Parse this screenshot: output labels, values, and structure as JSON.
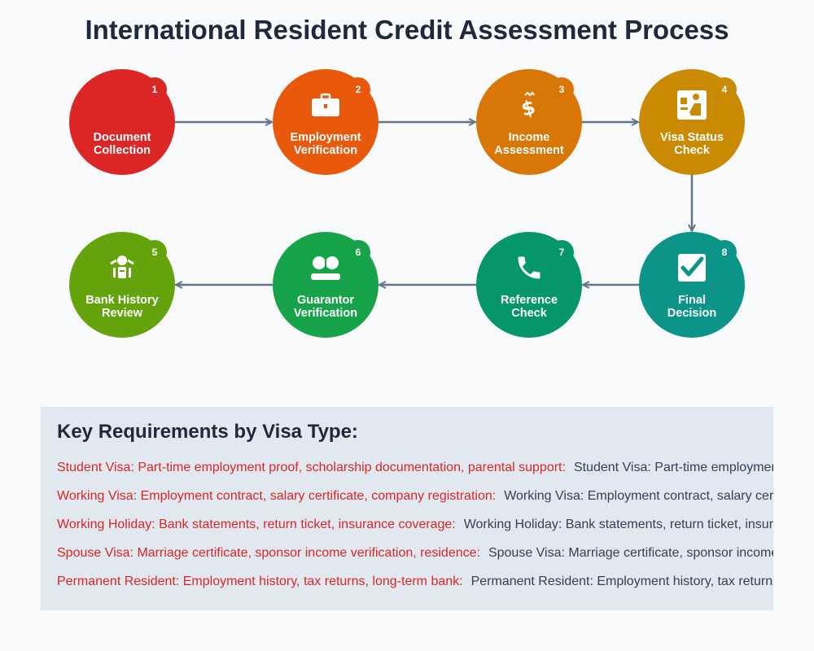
{
  "title": "International Resident Credit Assessment Process",
  "colors": {
    "arrow": "#64748b",
    "requirement_key": "#dc2626",
    "requirement_value": "#334155",
    "panel_background": "#e2e8f0"
  },
  "steps": [
    {
      "number": "1",
      "label": "Document\nCollection",
      "icon": "document-icon",
      "color": "#dc2626"
    },
    {
      "number": "2",
      "label": "Employment\nVerification",
      "icon": "briefcase-icon",
      "color": "#ea580c"
    },
    {
      "number": "3",
      "label": "Income\nAssessment",
      "icon": "money-bag-icon",
      "color": "#d97706"
    },
    {
      "number": "4",
      "label": "Visa Status\nCheck",
      "icon": "passport-control-icon",
      "color": "#ca8a04"
    },
    {
      "number": "5",
      "label": "Bank History\nReview",
      "icon": "bank-icon",
      "color": "#65a30d"
    },
    {
      "number": "6",
      "label": "Guarantor\nVerification",
      "icon": "people-icon",
      "color": "#16a34a"
    },
    {
      "number": "7",
      "label": "Reference\nCheck",
      "icon": "phone-icon",
      "color": "#059669"
    },
    {
      "number": "8",
      "label": "Final\nDecision",
      "icon": "check-box-icon",
      "color": "#0d9488"
    }
  ],
  "requirements": {
    "heading": "Key Requirements by Visa Type:",
    "items": [
      {
        "key": "Student Visa: Part-time employment proof, scholarship documentation, parental support:",
        "value": "Student Visa: Part-time employment proof, scholarship documentation, parental support"
      },
      {
        "key": "Working Visa: Employment contract, salary certificate, company registration:",
        "value": "Working Visa: Employment contract, salary certificate, company registration"
      },
      {
        "key": "Working Holiday: Bank statements, return ticket, insurance coverage:",
        "value": "Working Holiday: Bank statements, return ticket, insurance coverage"
      },
      {
        "key": "Spouse Visa: Marriage certificate, sponsor income verification, residence:",
        "value": "Spouse Visa: Marriage certificate, sponsor income verification, residence"
      },
      {
        "key": "Permanent Resident: Employment history, tax returns, long-term bank:",
        "value": "Permanent Resident: Employment history, tax returns, long-term bank"
      }
    ]
  }
}
